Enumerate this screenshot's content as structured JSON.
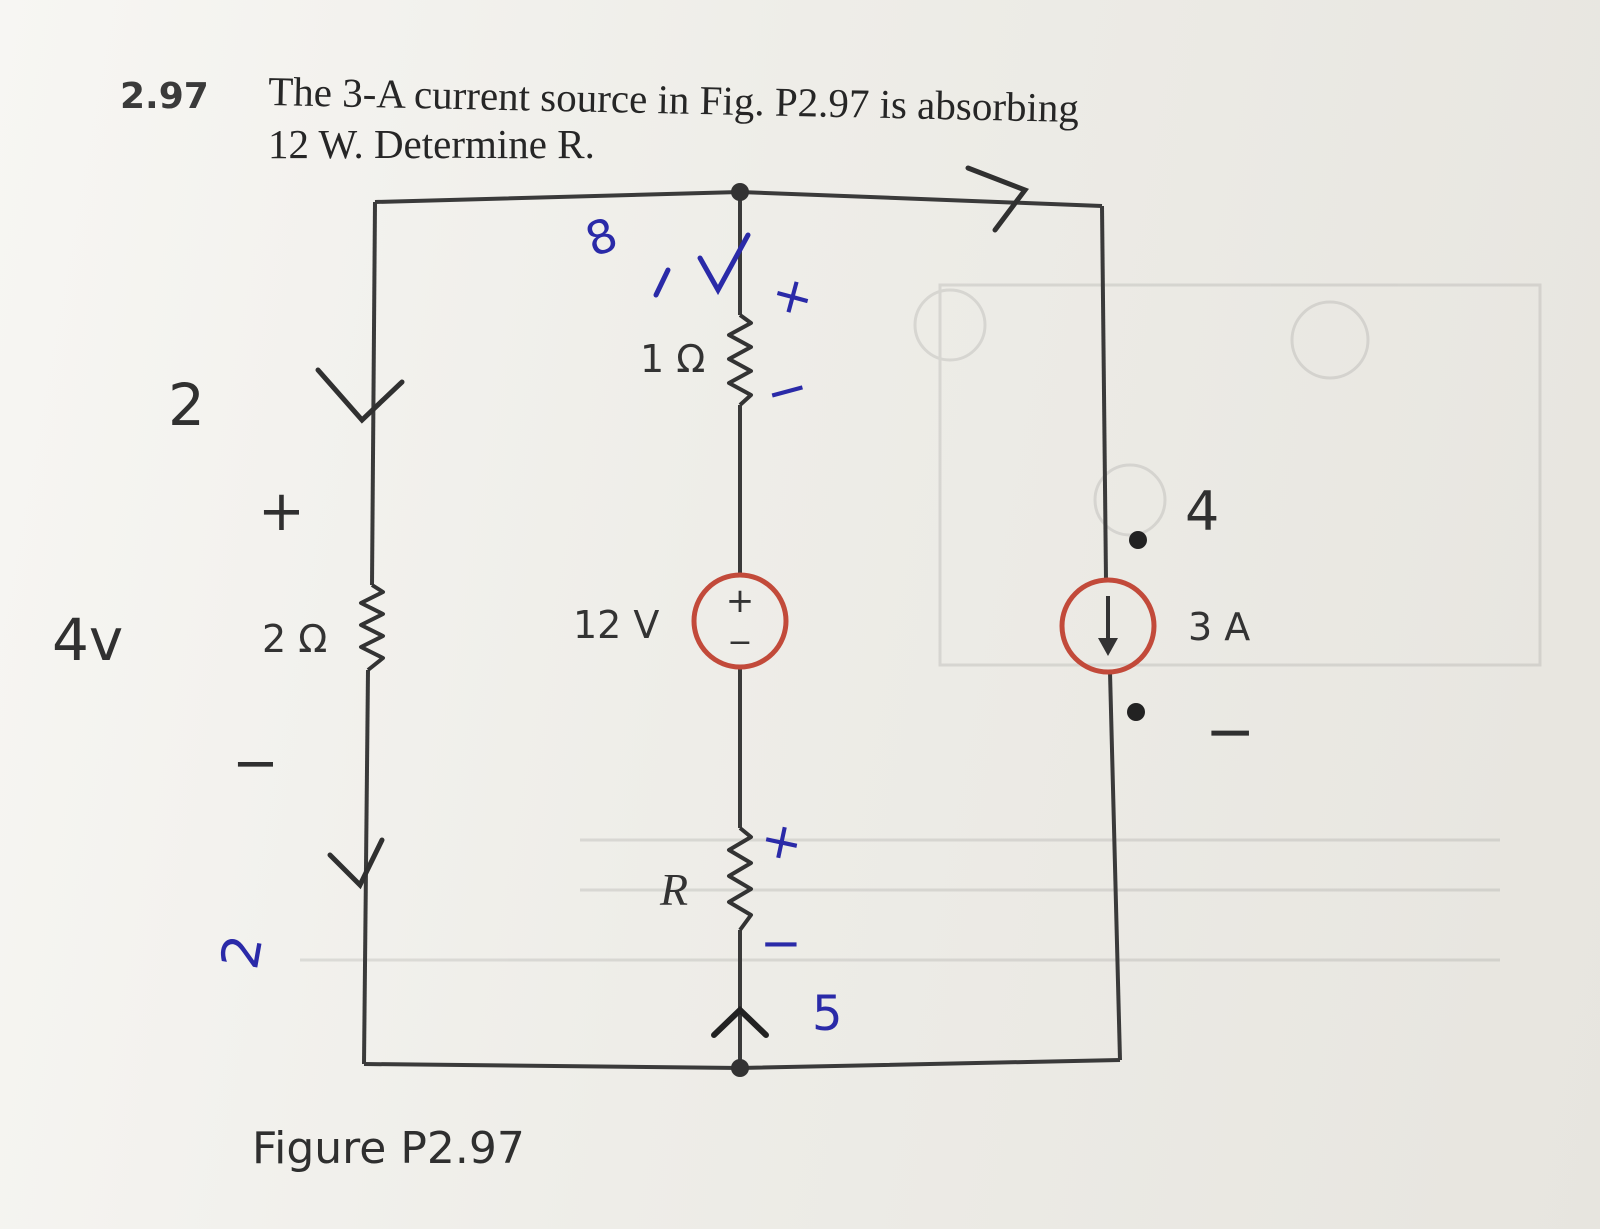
{
  "problem": {
    "number": "2.97",
    "line1": "The 3-A current source in Fig. P2.97 is absorbing",
    "line2": "12 W. Determine R."
  },
  "figure": {
    "caption": "Figure P2.97",
    "labels": {
      "r_left": "2 Ω",
      "r_top": "1 Ω",
      "r_bottom": "R",
      "v_source": "12 V",
      "v_plus": "+",
      "v_minus": "−",
      "i_source": "3 A"
    }
  },
  "annotations": {
    "left_voltage": "4v",
    "left_current_top": "2",
    "left_current_bottom": "2",
    "left_plus": "+",
    "left_minus": "−",
    "top_plus": "+",
    "top_minus": "−",
    "top_scribble": "8",
    "bottom_plus": "+",
    "bottom_minus": "−",
    "bottom_current": "5",
    "right_voltage": "4",
    "right_minus": "−"
  },
  "colors": {
    "ink": "#2a2a2a",
    "source_red": "#c24a3a",
    "annotation_blue": "#2a2aa8",
    "wire": "#3a3a3a"
  }
}
